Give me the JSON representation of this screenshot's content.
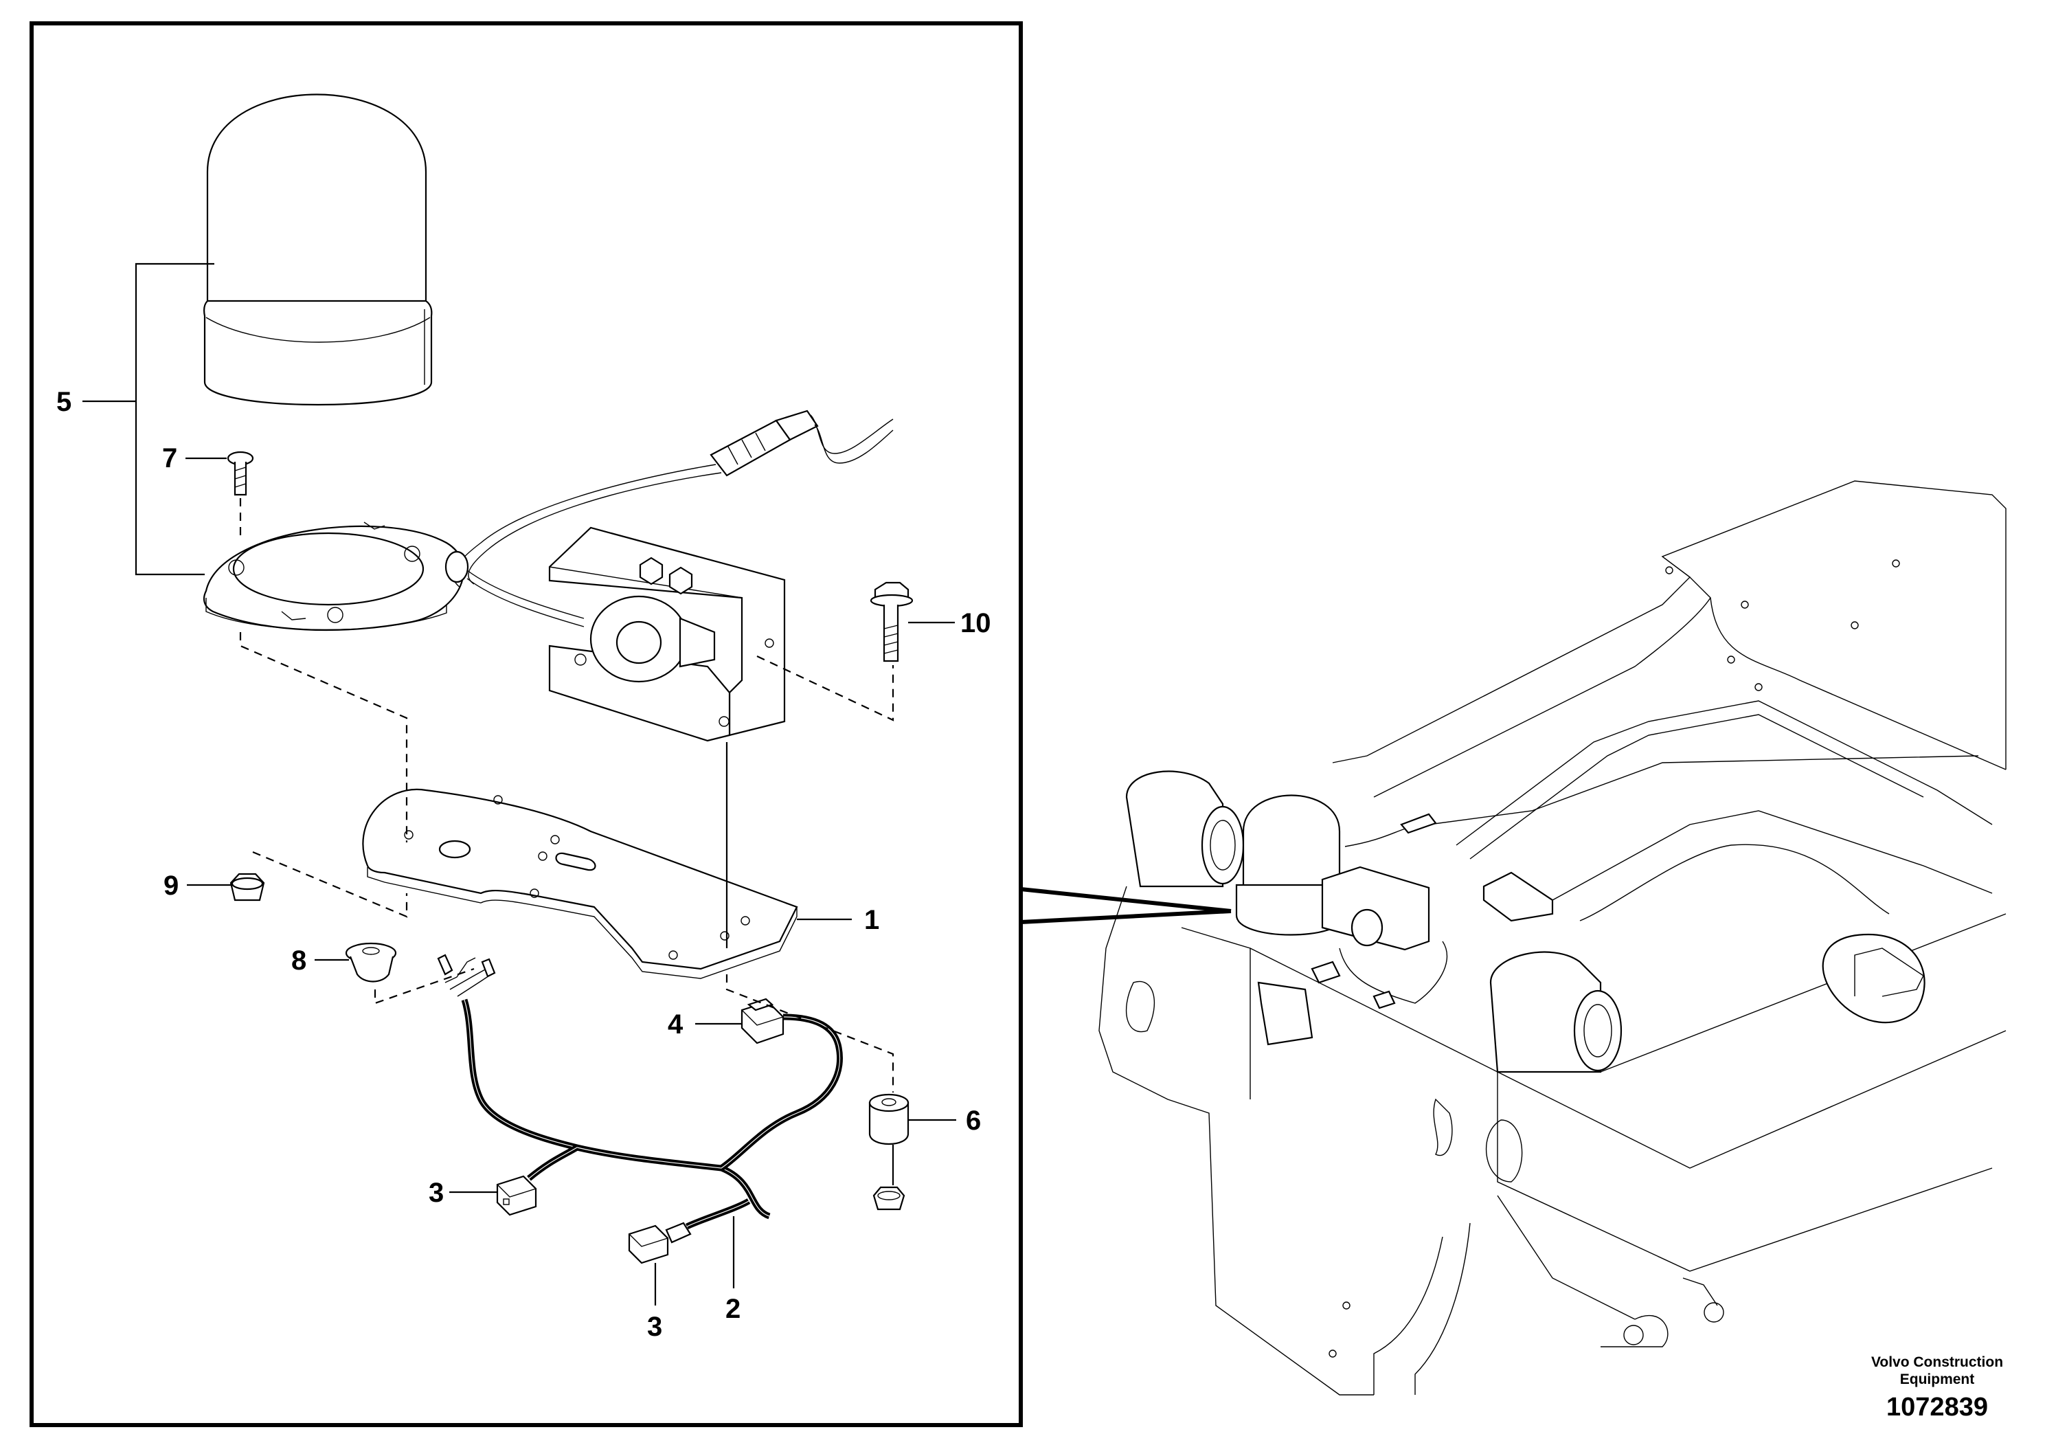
{
  "diagram": {
    "callouts": [
      {
        "id": "c1",
        "label": "1"
      },
      {
        "id": "c2",
        "label": "2"
      },
      {
        "id": "c3a",
        "label": "3"
      },
      {
        "id": "c3b",
        "label": "3"
      },
      {
        "id": "c4",
        "label": "4"
      },
      {
        "id": "c5",
        "label": "5"
      },
      {
        "id": "c6",
        "label": "6"
      },
      {
        "id": "c7",
        "label": "7"
      },
      {
        "id": "c8",
        "label": "8"
      },
      {
        "id": "c9",
        "label": "9"
      },
      {
        "id": "c10",
        "label": "10"
      }
    ],
    "footer": {
      "manufacturer_line1": "Volvo Construction",
      "manufacturer_line2": "Equipment",
      "drawing_number": "1072839"
    }
  }
}
